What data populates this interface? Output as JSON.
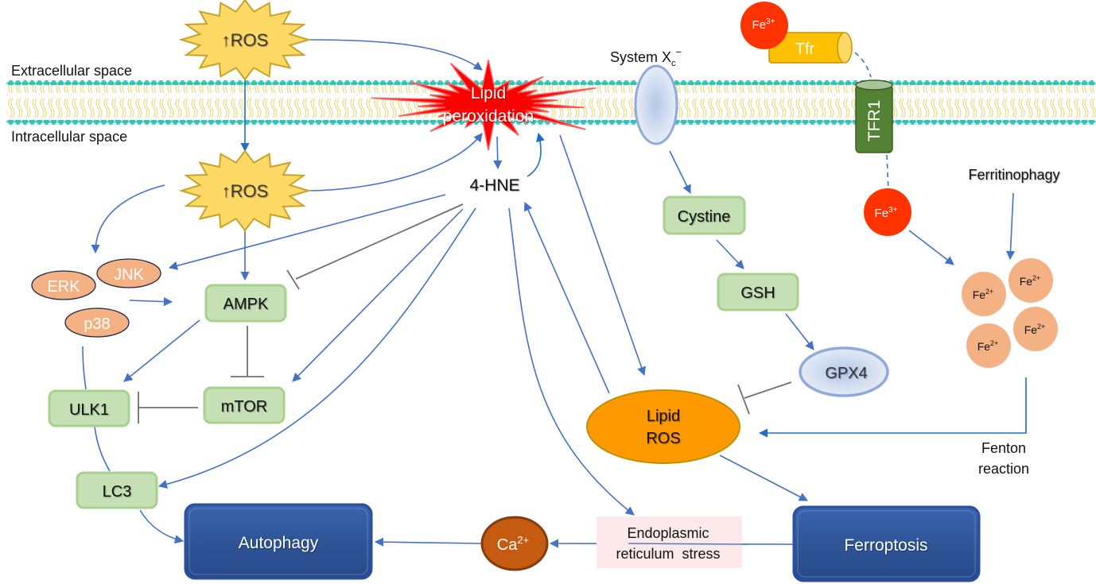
{
  "regions": {
    "extracellular": "Extracellular space",
    "intracellular": "Intracellular space"
  },
  "nodes": {
    "ros_extracellular": {
      "arrow": "↑",
      "label": "ROS"
    },
    "ros_intracellular": {
      "arrow": "↑",
      "label": "ROS"
    },
    "lipid_peroxidation": {
      "line1": "Lipid",
      "line2": "peroxidation"
    },
    "hne": "4-HNE",
    "system_xc": {
      "label": "System X",
      "sub": "c",
      "sup": "−"
    },
    "fe3_extracellular": {
      "base": "Fe",
      "sup": "3+"
    },
    "tfr": "Tfr",
    "tfr1": "TFR1",
    "fe3_intracellular": {
      "base": "Fe",
      "sup": "3+"
    },
    "ferritinophagy": "Ferritinophagy",
    "fe2_ions": [
      {
        "base": "Fe",
        "sup": "2+"
      },
      {
        "base": "Fe",
        "sup": "2+"
      },
      {
        "base": "Fe",
        "sup": "2+"
      },
      {
        "base": "Fe",
        "sup": "2+"
      }
    ],
    "cystine": "Cystine",
    "gsh": "GSH",
    "gpx4": "GPX4",
    "lipid_ros": {
      "line1": "Lipid",
      "line2": "ROS"
    },
    "fenton": {
      "line1": "Fenton",
      "line2": "reaction"
    },
    "erk": "ERK",
    "jnk": "JNK",
    "p38": "p38",
    "ampk": "AMPK",
    "mtor": "mTOR",
    "ulk1": "ULK1",
    "lc3": "LC3",
    "autophagy": "Autophagy",
    "ferroptosis": "Ferroptosis",
    "calcium": {
      "base": "Ca",
      "sup": "2+"
    },
    "er_stress": {
      "line1": "Endoplasmic",
      "line2": "reticulum  stress"
    }
  },
  "colors": {
    "arrow": "#4472C4",
    "inhibit": "#707070",
    "membrane_head": "#2EC4B6",
    "membrane_tail": "#E6D36A",
    "ros_fill": "#FFD966",
    "ros_stroke": "#C9A227",
    "lipid_perox_fill": "#FF0000",
    "green_box_fill": "#C5E0B4",
    "green_box_stroke": "#A9D18E",
    "mapk_fill": "#F4B183",
    "fe3_fill": "#FF3300",
    "fe2_fill": "#F4B183",
    "tfr_fill": "#FFC000",
    "tfr1_fill": "#548235",
    "lipid_ros_fill": "#FF9900",
    "blue_box_fill": "#2F5597",
    "calcium_fill": "#C55A11",
    "er_fill": "#FDE9EA"
  }
}
